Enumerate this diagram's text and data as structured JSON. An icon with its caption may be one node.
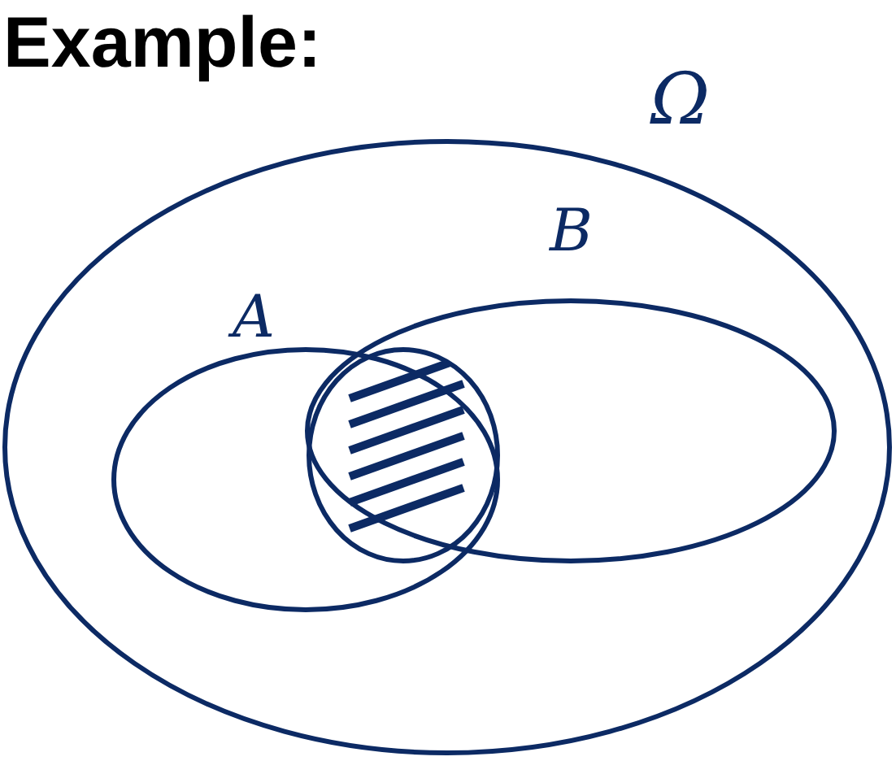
{
  "diagram": {
    "title": "Example:",
    "nodes": [
      {
        "text": [
          "Ω"
        ]
      },
      {
        "text": [
          "A"
        ],
        "in": 0
      },
      {
        "text": [
          "B"
        ],
        "in": 0
      }
    ]
  }
}
